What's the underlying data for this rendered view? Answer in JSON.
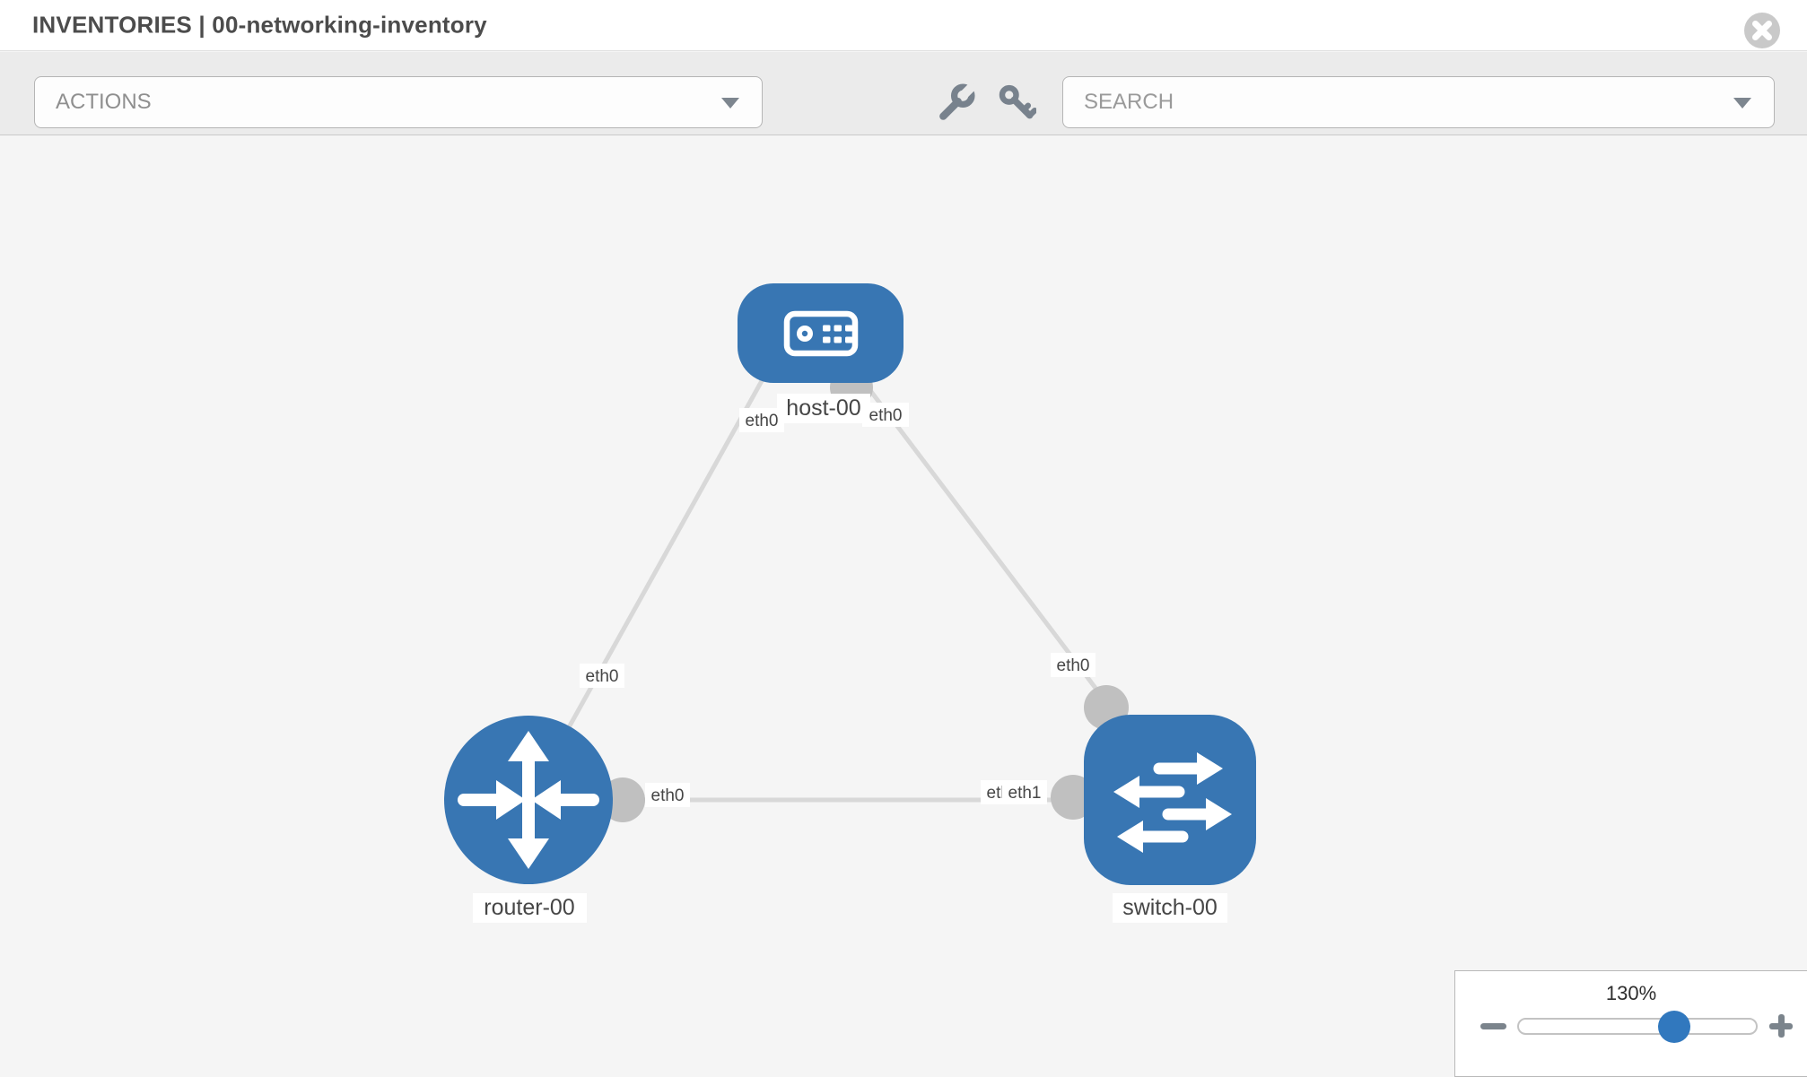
{
  "header": {
    "title": "INVENTORIES | 00-networking-inventory"
  },
  "toolbar": {
    "actions_placeholder": "ACTIONS",
    "search_placeholder": "SEARCH",
    "icons": [
      "wrench-icon",
      "key-icon"
    ]
  },
  "zoom_control": {
    "level": "130%",
    "value_percent": 130
  },
  "colors": {
    "node_blue": "#3876b3",
    "slider_knob_blue": "#3178be",
    "edge_gray": "#d8d8d8",
    "port_gray": "#c0c0c0",
    "toolbar_bg": "#ebebeb",
    "canvas_bg": "#f5f5f5"
  },
  "topology": {
    "nodes": [
      {
        "id": "host-00",
        "type": "host",
        "label": "host-00"
      },
      {
        "id": "router-00",
        "type": "router",
        "label": "router-00"
      },
      {
        "id": "switch-00",
        "type": "switch",
        "label": "switch-00"
      }
    ],
    "links": [
      {
        "source": "host-00",
        "target": "router-00",
        "source_if": "eth0",
        "target_if": "eth0"
      },
      {
        "source": "host-00",
        "target": "switch-00",
        "source_if": "eth0",
        "target_if": "eth0"
      },
      {
        "source": "router-00",
        "target": "switch-00",
        "source_if": "eth0",
        "target_if": "eth1"
      }
    ],
    "overlapped_interface_label": "eth0"
  }
}
